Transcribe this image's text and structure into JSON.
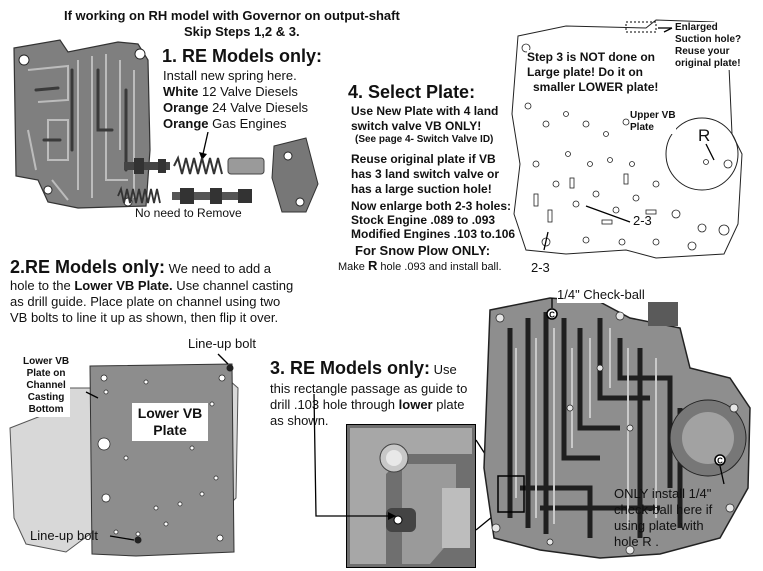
{
  "header": {
    "line1": "If working on RH model with Governor on output-shaft",
    "line2": "Skip Steps 1,2 & 3."
  },
  "step1": {
    "title": "1. RE Models only:",
    "intro": "Install new  spring here.",
    "rows": [
      {
        "color_word": "White",
        "text": " 12 Valve Diesels"
      },
      {
        "color_word": "Orange",
        "text": " 24 Valve Diesels"
      },
      {
        "color_word": "Orange",
        "text": " Gas Engines"
      }
    ],
    "no_remove": "No need to Remove"
  },
  "step4": {
    "title": "4. Select Plate:",
    "p1a": "Use New Plate with 4 land",
    "p1b": "switch valve VB ONLY!",
    "p1c": "(See page 4- Switch Valve ID)",
    "p2a": "Reuse original plate if VB",
    "p2b": "has 3 land switch valve or",
    "p2c": "has a large suction hole!",
    "p3a": "Now enlarge both 2-3 holes:",
    "p3b": "Stock Engine .089 to .093",
    "p3c": "Modified Engines .103 to.106",
    "snow_title": "For Snow Plow ONLY:",
    "snow_pre": "Make ",
    "snow_bold": "R",
    "snow_post": " hole .093 and install ball."
  },
  "upper_plate": {
    "note_a": "Step 3 is NOT done on",
    "note_b": "Large plate! Do it on",
    "note_c": "smaller LOWER plate!",
    "enlarged_a": "Enlarged",
    "enlarged_b": "Suction hole?",
    "enlarged_c": "Reuse your",
    "enlarged_d": "original plate!",
    "label_a": "Upper VB",
    "label_b": "Plate",
    "r_label": "R",
    "label_23a": "2-3",
    "label_23b": "2-3"
  },
  "step2": {
    "title": "2.RE Models only:",
    "line1_rest": "  We need to add a",
    "line2_pre": "hole to the ",
    "line2_bold": "Lower VB Plate.",
    "line2_post": "  Use channel casting",
    "line3": "as drill guide.  Place plate on channel using two",
    "line4": "VB bolts to line it up as shown, then flip it over."
  },
  "lower_plate": {
    "side_a": "Lower VB",
    "side_b": "Plate on",
    "side_c": "Channel",
    "side_d": "Casting",
    "side_e": "Bottom",
    "center_a": "Lower VB",
    "center_b": "Plate",
    "lineup_top": "Line-up bolt",
    "lineup_bottom": "Line-up bolt"
  },
  "step3": {
    "title": "3. RE Models only:",
    "title_rest": "  Use",
    "line2": "this rectangle passage as guide to",
    "line3_pre": "drill .103 hole through ",
    "line3_bold": "lower",
    "line3_post": " plate",
    "line4": "as shown."
  },
  "channel": {
    "checkball_label": "1/4\" Check-ball",
    "checkball_symbol": "C",
    "only_a": "ONLY install 1/4\"",
    "only_b": "check-ball here if",
    "only_c": "using plate with",
    "only_d": "hole R ."
  }
}
